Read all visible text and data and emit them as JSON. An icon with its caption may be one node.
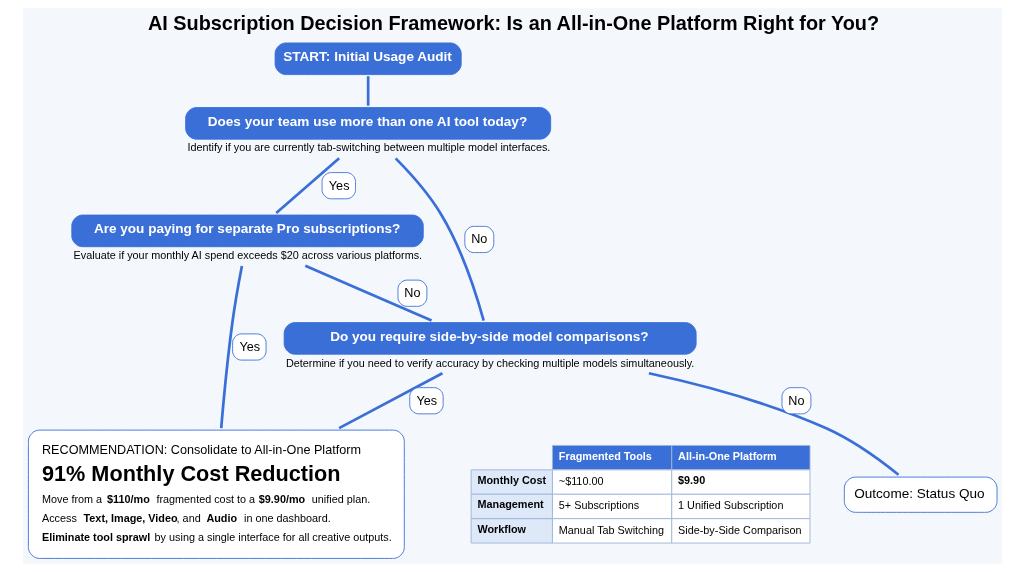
{
  "diagram": {
    "title": "AI Subscription Decision Framework: Is an All-in-One Platform Right for You?",
    "nodes": [
      {
        "text": [
          "START: Initial Usage Audit"
        ]
      },
      {
        "text": [
          "Does your team use more than one AI tool today?"
        ],
        "beside": [
          "Identify if you are currently tab-switching between multiple model interfaces."
        ]
      },
      {
        "text": [
          "Are you paying for separate Pro subscriptions?"
        ],
        "beside": [
          "Evaluate if your monthly AI spend exceeds $20 across various platforms."
        ]
      },
      {
        "text": [
          "Do you require side-by-side model comparisons?"
        ],
        "beside": [
          "Determine if you need to verify accuracy by checking multiple models simultaneously."
        ]
      },
      {
        "text": [
          "Outcome: Status Quo"
        ]
      },
      {
        "text": [
          "RECOMMENDATION: Consolidate to All-in-One Platform",
          "91% Monthly Cost Reduction",
          "Move from a **$110/mo** fragmented cost to a **$9.90/mo** unified plan.",
          "Access **Text, Image, Video**, and **Audio** in one dashboard.",
          "**Eliminate tool sprawl** by using a single interface for all creative outputs."
        ]
      }
    ],
    "edges": [
      {
        "from": 0,
        "to": 1,
        "arrow": "none"
      },
      {
        "from": 1,
        "to": 3,
        "arrow": "none",
        "label": "No"
      },
      {
        "from": 1,
        "to": 2,
        "arrow": "none",
        "label": "Yes"
      },
      {
        "from": 2,
        "to": 3,
        "arrow": "none",
        "label": "No"
      },
      {
        "from": 2,
        "to": 5,
        "arrow": "none",
        "label": "Yes"
      },
      {
        "from": 3,
        "to": 4,
        "arrow": "none",
        "label": "No"
      },
      {
        "from": 3,
        "to": 5,
        "arrow": "none",
        "label": "Yes"
      }
    ],
    "labels": [
      "Fragmented Tools",
      "All-in-One Platform",
      "Monthly Cost",
      "~$110.00",
      "$9.90",
      "Management",
      "5+ Subscriptions",
      "1 Unified Subscription",
      "Workflow",
      "Manual Tab Switching",
      "Side-by-Side Comparison"
    ]
  }
}
